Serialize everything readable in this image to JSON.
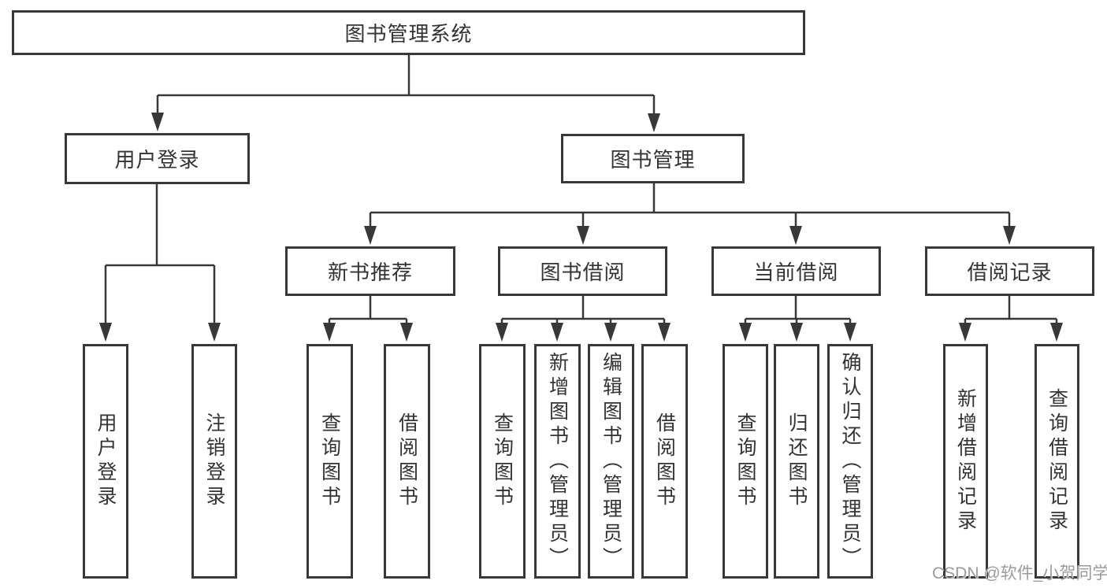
{
  "diagram": {
    "root": {
      "label": "图书管理系统"
    },
    "level2": {
      "user_login": {
        "label": "用户登录"
      },
      "book_mgmt": {
        "label": "图书管理"
      }
    },
    "level3": {
      "new_book": {
        "label": "新书推荐"
      },
      "book_borrow": {
        "label": "图书借阅"
      },
      "current_borrow": {
        "label": "当前借阅"
      },
      "borrow_record": {
        "label": "借阅记录"
      }
    },
    "leaves": {
      "ul_login": "用户登录",
      "ul_logout": "注销登录",
      "nb_query": "查询图书",
      "nb_borrow": "借阅图书",
      "bb_query": "查询图书",
      "bb_add": "新增图书（管理员）",
      "bb_edit": "编辑图书（管理员）",
      "bb_borrow": "借阅图书",
      "cb_query": "查询图书",
      "cb_return": "归还图书",
      "cb_confirm": "确认归还（管理员）",
      "br_add": "新增借阅记录",
      "br_query": "查询借阅记录"
    },
    "colors": {
      "line": "#383838",
      "text": "#333333",
      "background": "#ffffff",
      "watermark": "#9b9b9b"
    }
  },
  "watermark": {
    "text": "CSDN @软件_小贺同学"
  }
}
